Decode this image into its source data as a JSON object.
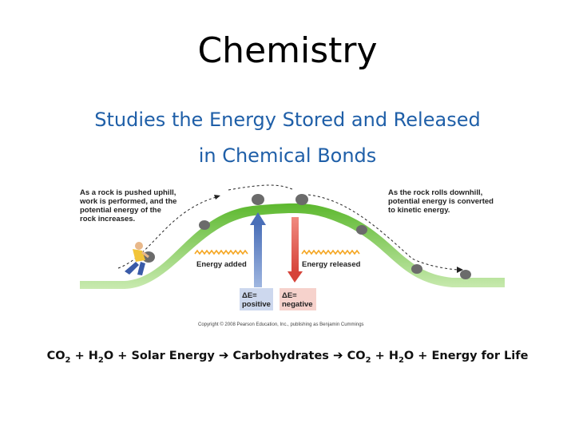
{
  "slide": {
    "title": "Chemistry",
    "subtitle_line1": "Studies the Energy Stored and Released",
    "subtitle_line2": "in Chemical Bonds"
  },
  "diagram": {
    "left_caption": [
      "As a rock is pushed uphill,",
      "work is performed, and the",
      "potential energy of the",
      "rock increases."
    ],
    "right_caption": [
      "As the rock rolls downhill,",
      "potential energy is converted",
      "to kinetic energy."
    ],
    "energy_added": "Energy added",
    "energy_released": "Energy released",
    "delta_positive": [
      "ΔE=",
      "positive"
    ],
    "delta_negative": [
      "ΔE=",
      "negative"
    ],
    "copyright": "Copyright © 2008 Pearson Education, Inc., publishing as Benjamin Cummings",
    "colors": {
      "hill": "#5cb82e",
      "hill_light": "#b8e29a",
      "up_arrow": "#5a7fc0",
      "down_arrow": "#e2574c",
      "zigzag": "#f5a623",
      "rock": "#6b6b6b"
    }
  },
  "equation": {
    "co2_a": "CO",
    "sub2_a": "2",
    "plus_a": " + ",
    "h2o_a": "H",
    "sub2_b": "2",
    "o_a": "O ",
    "plus_b": " + ",
    "solar": "Solar Energy ",
    "carbs": " Carbohydrates ",
    "co2_b": " CO",
    "sub2_c": "2",
    "plus_c": " + ",
    "h2o_b": "H",
    "sub2_d": "2",
    "o_b": "O",
    "tail": " + Energy for Life"
  }
}
